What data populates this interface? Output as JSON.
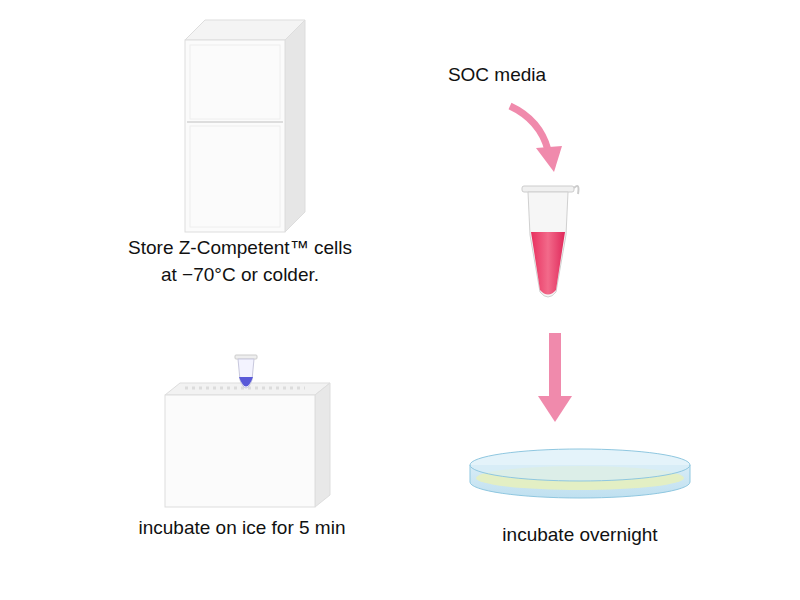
{
  "diagram": {
    "labels": [
      "Store Z-Competent™ cells at −70°C or colder.",
      "SOC media",
      "incubate on ice for 5 min",
      "incubate overnight"
    ]
  }
}
